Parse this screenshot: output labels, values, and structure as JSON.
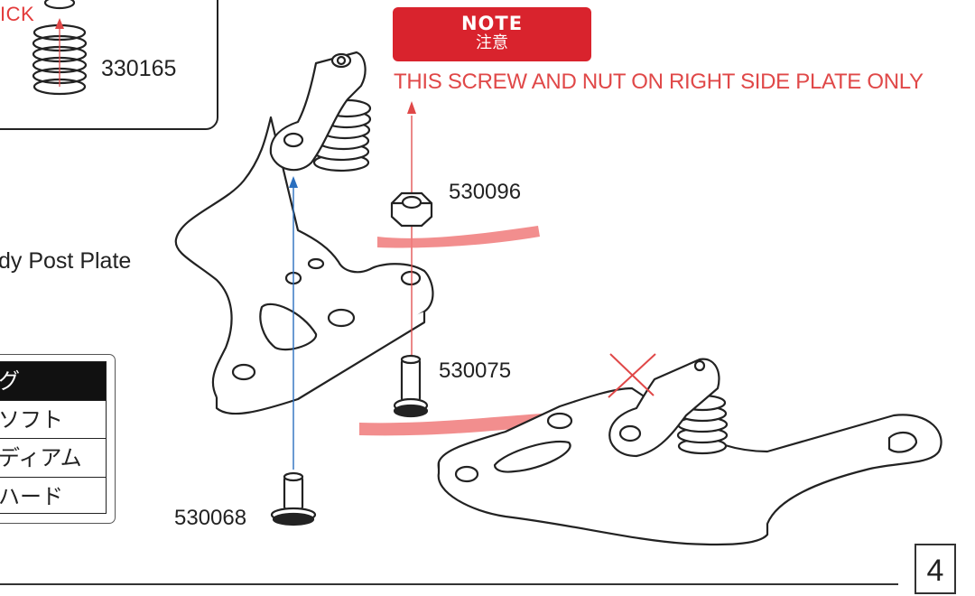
{
  "inset": {
    "label_fragment": "ICK",
    "part_number": "330165"
  },
  "note": {
    "title": "NOTE",
    "subtitle": "注意",
    "text": "THIS SCREW AND NUT ON RIGHT SIDE PLATE ONLY",
    "color": "#d9232d"
  },
  "parts": {
    "nut": "530096",
    "screw_short": "530075",
    "screw_bottom": "530068"
  },
  "plate_label": "dy Post Plate",
  "rate_table": {
    "header": "グ",
    "rows": [
      "ソフト",
      "ディアム",
      "ハード"
    ]
  },
  "page_number": "4"
}
